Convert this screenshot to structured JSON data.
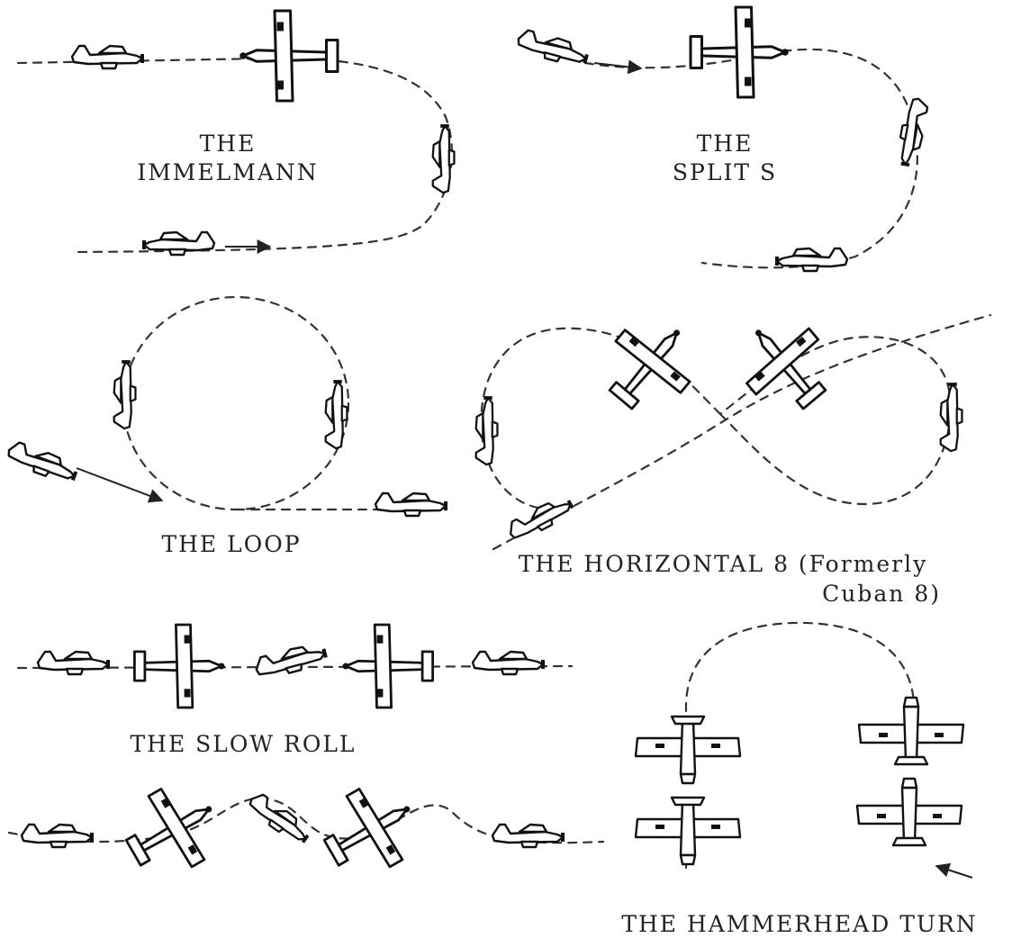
{
  "maneuvers": {
    "immelmann": {
      "line1": "THE",
      "line2": "IMMELMANN"
    },
    "split_s": {
      "line1": "THE",
      "line2": "SPLIT S"
    },
    "loop": {
      "label": "THE LOOP"
    },
    "horizontal_8": {
      "line1": "THE HORIZONTAL 8 (Formerly",
      "line2": "Cuban 8)"
    },
    "slow_roll": {
      "label": "THE SLOW ROLL"
    },
    "hammerhead": {
      "label": "THE HAMMERHEAD TURN"
    }
  },
  "colors": {
    "ink": "#222222",
    "paper": "#ffffff"
  }
}
